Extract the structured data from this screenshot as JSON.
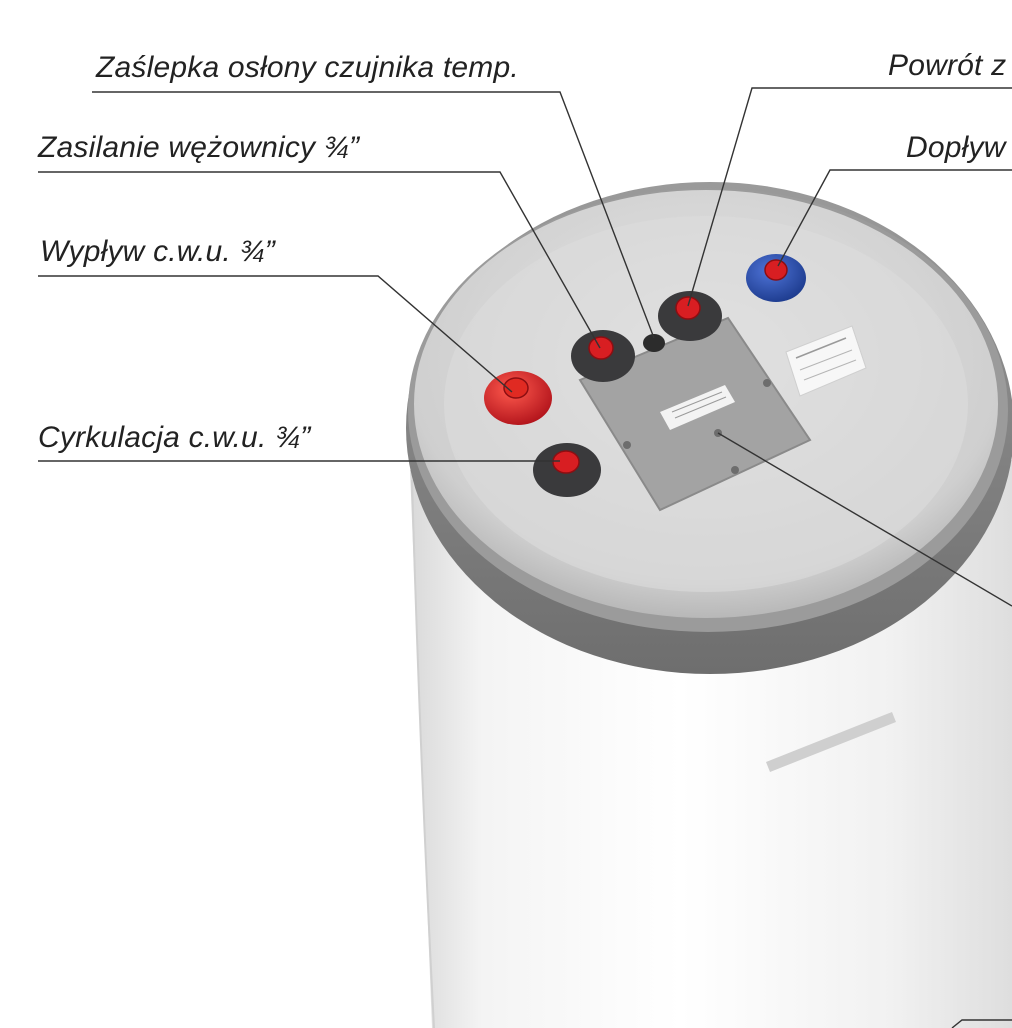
{
  "callouts": {
    "sensor_cap": "Zaślepka osłony czujnika temp.",
    "coil_supply": "Zasilanie wężownicy ¾”",
    "hot_water_outlet": "Wypływ c.w.u. ¾”",
    "circulation": "Cyrkulacja c.w.u. ¾”",
    "coil_return": "Powrót z",
    "cold_water_inlet": "Dopływ"
  },
  "colors": {
    "hot_connector": "#d81e22",
    "cold_connector": "#2a4fb0",
    "gasket": "#3a3a3c",
    "lid_ring": "#8c8c8c",
    "tank_body": "#f2f2f2",
    "plate": "#9e9e9e"
  }
}
